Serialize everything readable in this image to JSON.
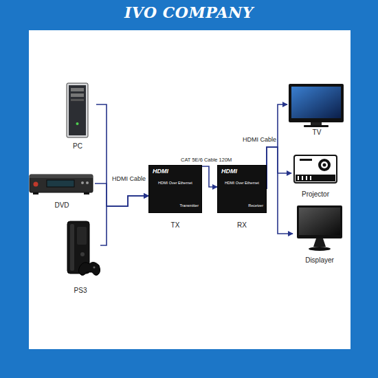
{
  "diagram": {
    "title": "IVO COMPANY",
    "nodes": [
      {
        "text": [
          "PC"
        ]
      },
      {
        "text": [
          "DVD"
        ]
      },
      {
        "text": [
          "PS3"
        ]
      },
      {
        "text": [
          "HDMI",
          "HDMI Over Ethernet",
          "Transmitter",
          "TX"
        ]
      },
      {
        "text": [
          "HDMI",
          "HDMI Over Ethernet",
          "Receiver",
          "RX"
        ]
      },
      {
        "text": [
          "TV"
        ]
      },
      {
        "text": [
          "Projector"
        ]
      },
      {
        "text": [
          "Displayer"
        ]
      }
    ],
    "edges": [
      {
        "from": 0,
        "to": 3,
        "arrow": "to"
      },
      {
        "from": 1,
        "to": 3,
        "label": "HDMI Cable",
        "arrow": "to"
      },
      {
        "from": 2,
        "to": 3,
        "arrow": "to"
      },
      {
        "from": 3,
        "to": 4,
        "label": "CAT 5E/6 Cable 120M",
        "arrow": "to"
      },
      {
        "from": 4,
        "to": 5,
        "label": "HDMI Cable",
        "arrow": "to"
      },
      {
        "from": 4,
        "to": 6,
        "arrow": "to"
      },
      {
        "from": 4,
        "to": 7,
        "arrow": "to"
      }
    ]
  }
}
